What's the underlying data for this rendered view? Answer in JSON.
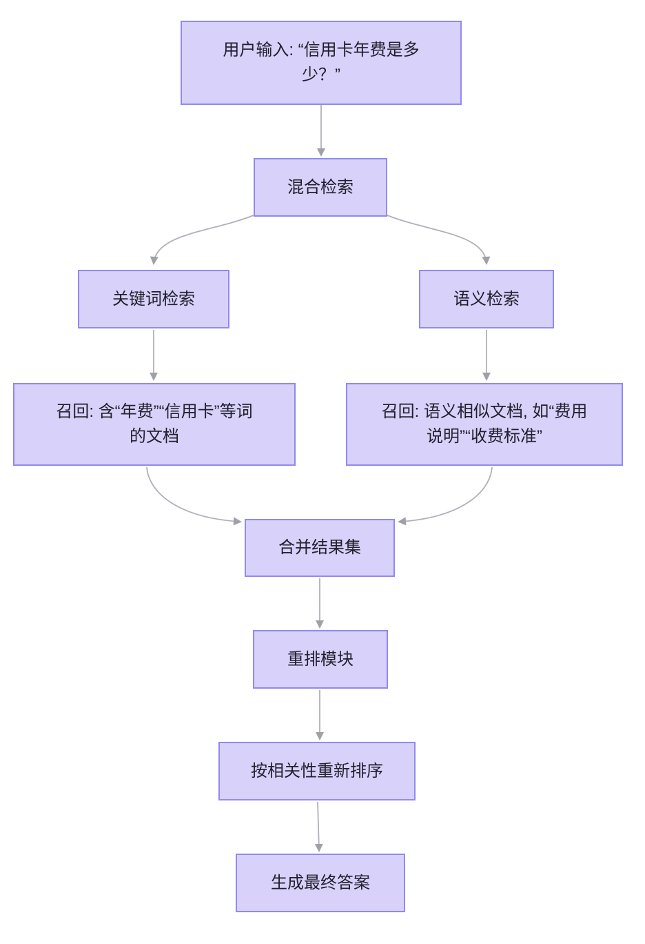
{
  "diagram": {
    "type": "flowchart",
    "direction": "top-down",
    "nodes": [
      {
        "id": "user-input",
        "label": "用户输入: “信用卡年费是多少？”"
      },
      {
        "id": "hybrid-retrieval",
        "label": "混合检索"
      },
      {
        "id": "keyword-retrieval",
        "label": "关键词检索"
      },
      {
        "id": "semantic-retrieval",
        "label": "语义检索"
      },
      {
        "id": "keyword-recall-docs",
        "label": "召回: 含“年费”“信用卡”等词的文档"
      },
      {
        "id": "semantic-recall-docs",
        "label": "召回: 语义相似文档, 如“费用说明”“收费标准”"
      },
      {
        "id": "merge-results",
        "label": "合并结果集"
      },
      {
        "id": "rerank-module",
        "label": "重排模块"
      },
      {
        "id": "sort-by-relevance",
        "label": "按相关性重新排序"
      },
      {
        "id": "generate-final-answer",
        "label": "生成最终答案"
      }
    ],
    "edges": [
      {
        "from": "user-input",
        "to": "hybrid-retrieval"
      },
      {
        "from": "hybrid-retrieval",
        "to": "keyword-retrieval"
      },
      {
        "from": "hybrid-retrieval",
        "to": "semantic-retrieval"
      },
      {
        "from": "keyword-retrieval",
        "to": "keyword-recall-docs"
      },
      {
        "from": "semantic-retrieval",
        "to": "semantic-recall-docs"
      },
      {
        "from": "keyword-recall-docs",
        "to": "merge-results"
      },
      {
        "from": "semantic-recall-docs",
        "to": "merge-results"
      },
      {
        "from": "merge-results",
        "to": "rerank-module"
      },
      {
        "from": "rerank-module",
        "to": "sort-by-relevance"
      },
      {
        "from": "sort-by-relevance",
        "to": "generate-final-answer"
      }
    ],
    "colors": {
      "node_fill": "#d8d1f9",
      "node_border": "#9189ee",
      "edge": "#b0b0b8",
      "arrowhead": "#a0a0a8",
      "text": "#20202e",
      "background": "#ffffff"
    }
  }
}
